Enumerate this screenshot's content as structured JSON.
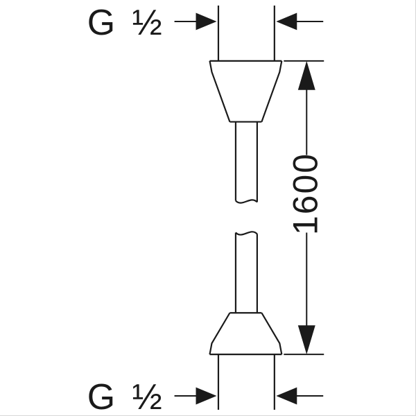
{
  "diagram": {
    "top_dimension": {
      "label": "G ½"
    },
    "bottom_dimension": {
      "label": "G ½"
    },
    "length_dimension": {
      "label": "1600"
    },
    "colors": {
      "line": "#1a1a1a",
      "background": "#ffffff"
    }
  }
}
